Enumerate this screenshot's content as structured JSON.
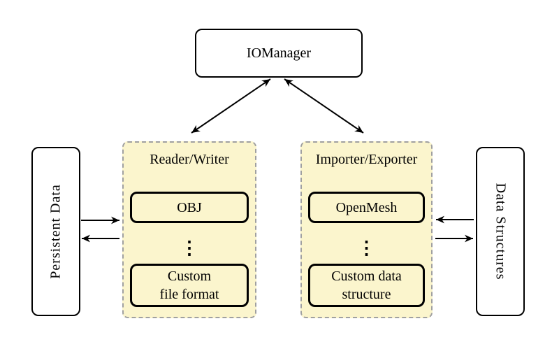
{
  "nodes": {
    "iomanager": {
      "label": "IOManager"
    },
    "persistent_data": {
      "label": "Persistent Data"
    },
    "data_structures": {
      "label": "Data Structures"
    }
  },
  "groups": {
    "reader_writer": {
      "title": "Reader/Writer",
      "top_item": "OBJ",
      "ellipsis": "⋮",
      "bottom_item_lines": [
        "Custom",
        "file format"
      ]
    },
    "importer_exporter": {
      "title": "Importer/Exporter",
      "top_item": "OpenMesh",
      "ellipsis": "⋮",
      "bottom_item_lines": [
        "Custom data",
        "structure"
      ]
    }
  },
  "edges": [
    {
      "from": "IOManager",
      "to": "Reader/Writer",
      "style": "bidirectional"
    },
    {
      "from": "IOManager",
      "to": "Importer/Exporter",
      "style": "bidirectional"
    },
    {
      "from": "Persistent Data",
      "to": "Reader/Writer",
      "style": "single"
    },
    {
      "from": "Reader/Writer",
      "to": "Persistent Data",
      "style": "single"
    },
    {
      "from": "Data Structures",
      "to": "Importer/Exporter",
      "style": "single"
    },
    {
      "from": "Importer/Exporter",
      "to": "Data Structures",
      "style": "single"
    }
  ],
  "colors": {
    "background": "#ffffff",
    "panel_fill": "#fbf5cd",
    "panel_border": "#a0a0a0",
    "node_border": "#000000",
    "arrow": "#000000"
  }
}
